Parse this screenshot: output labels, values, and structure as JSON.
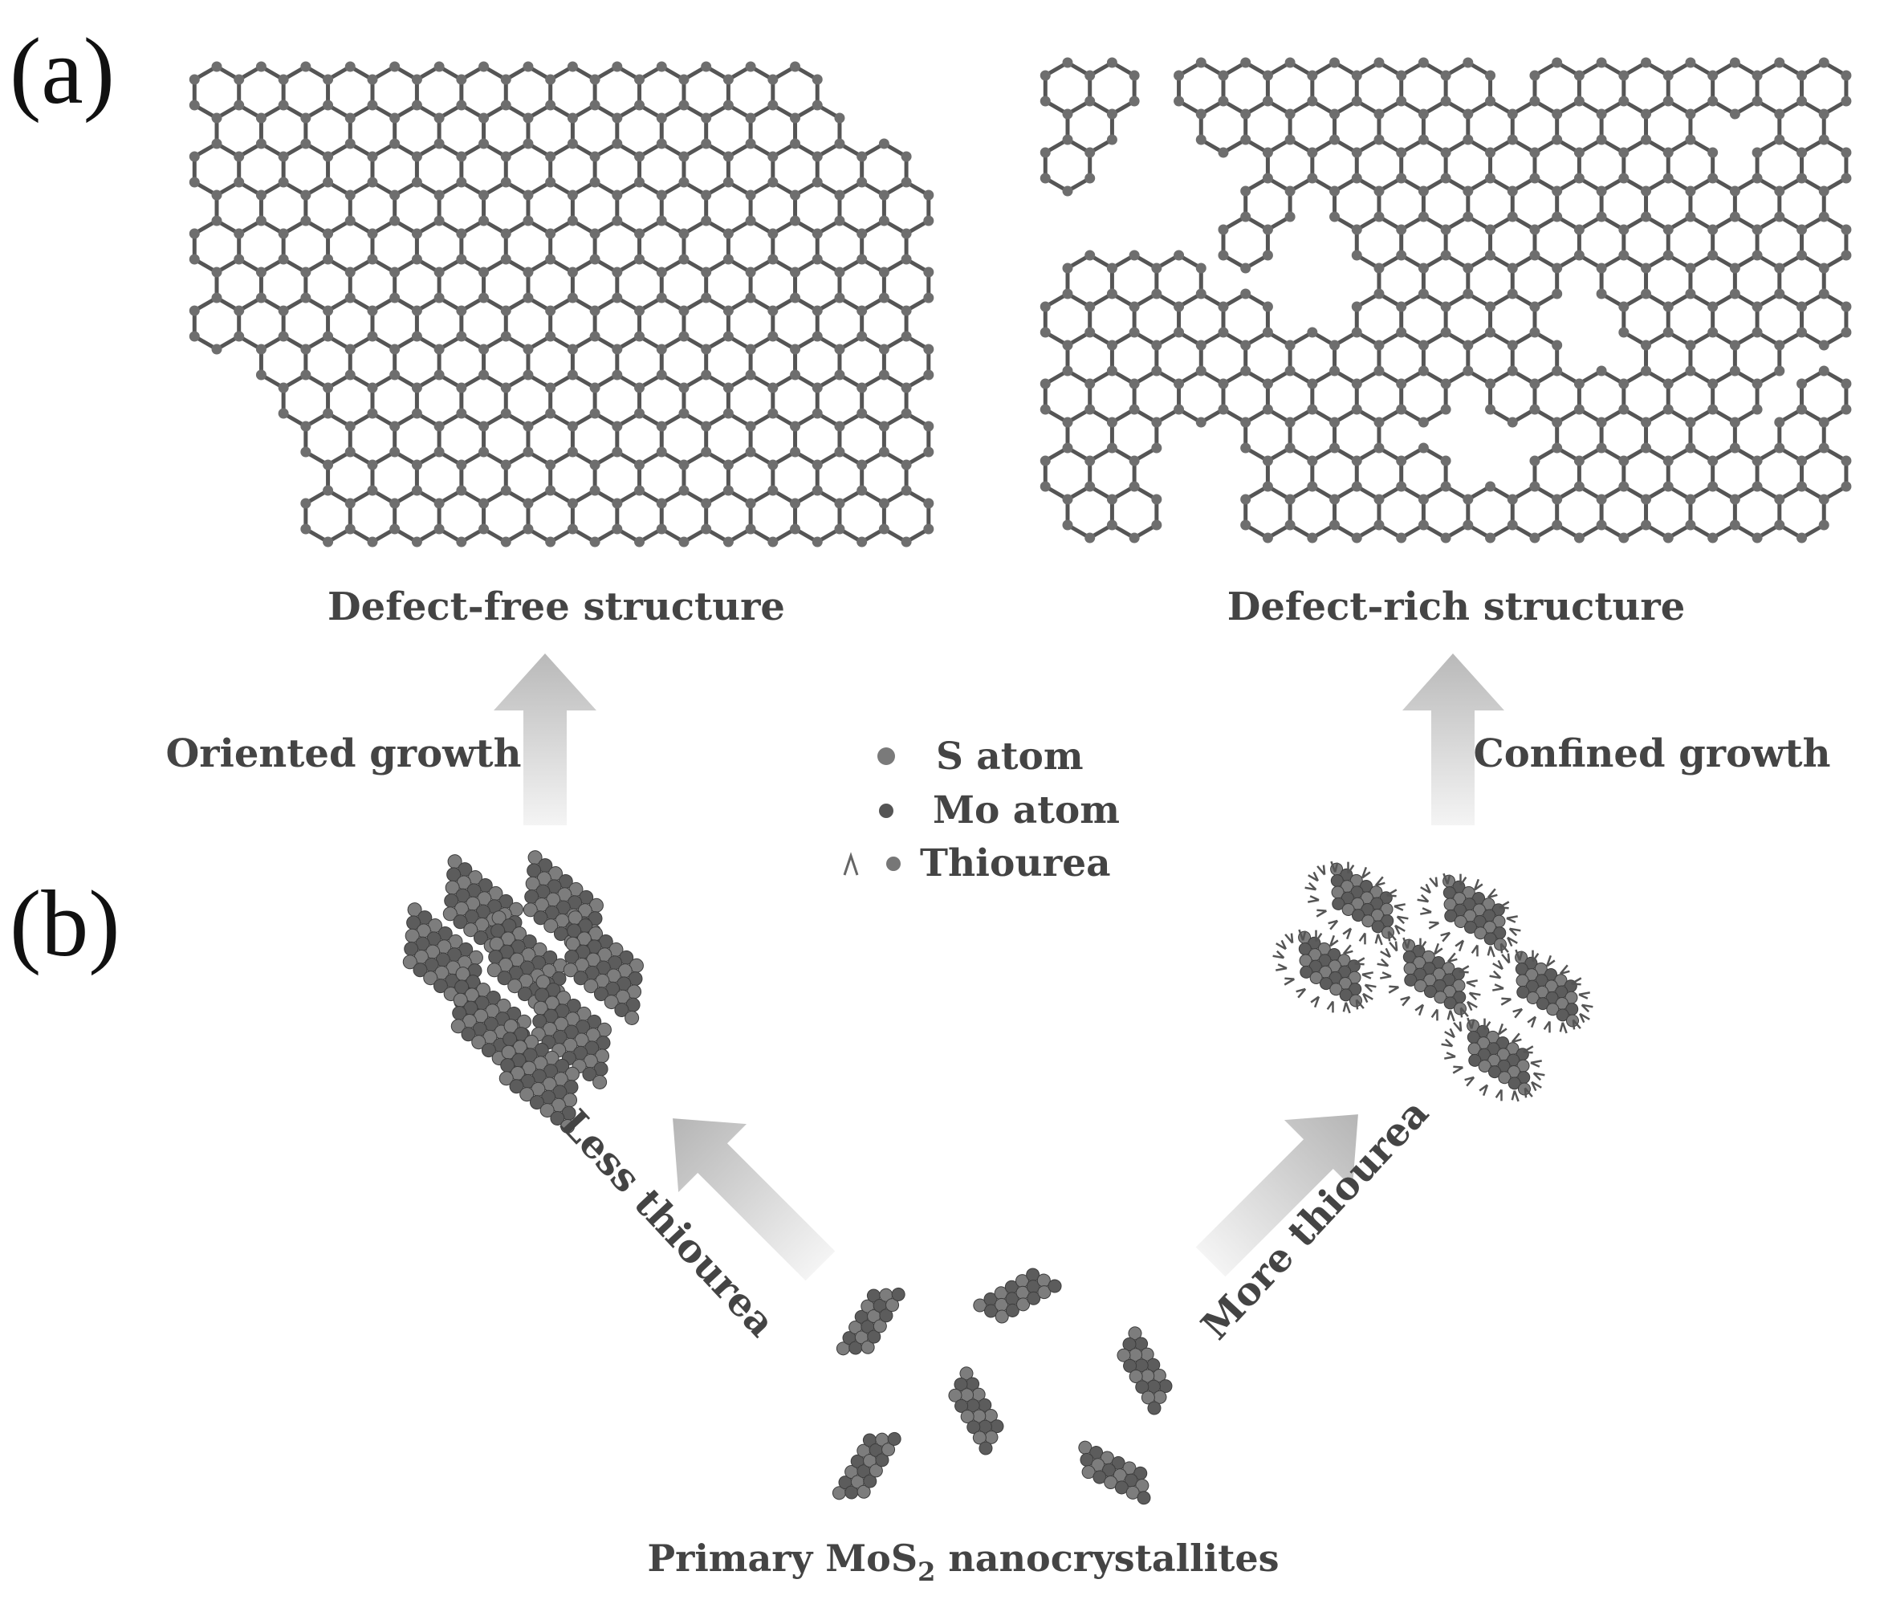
{
  "panel_labels": {
    "a": "(a)",
    "b": "(b)"
  },
  "structures": {
    "defect_free": "Defect-free structure",
    "defect_rich": "Defect-rich structure"
  },
  "growth": {
    "oriented": "Oriented growth",
    "confined": "Confined growth"
  },
  "legend": [
    {
      "symbol": "s-atom-dot",
      "label": "S atom"
    },
    {
      "symbol": "mo-atom-dot",
      "label": "Mo atom"
    },
    {
      "symbol": "thiourea-caret",
      "label": "Thiourea"
    }
  ],
  "paths": {
    "less": "Less thiourea",
    "more": "More thiourea"
  },
  "bottom_caption": {
    "prefix": "Primary MoS",
    "subscript": "2",
    "suffix": " nanocrystallites"
  },
  "colors": {
    "atom": "#6e6e6e",
    "bond": "#555555",
    "arrow_top": "#bdbdbd",
    "arrow_bottom": "#f0f0f0"
  }
}
